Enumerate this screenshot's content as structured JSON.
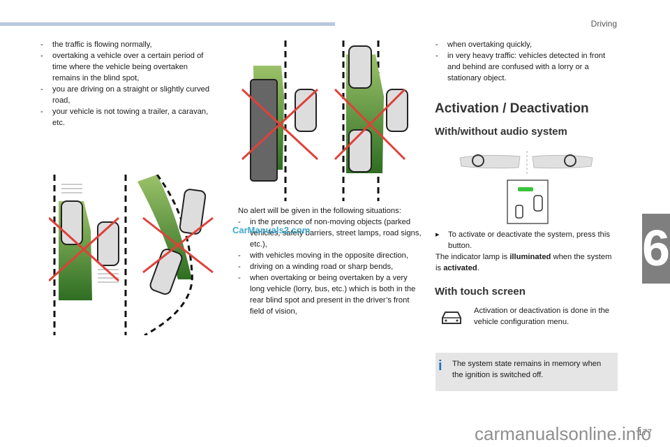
{
  "header": {
    "section": "Driving"
  },
  "tab_number": "6",
  "page_number": "177",
  "col1": {
    "items": [
      "the traffic is flowing normally,",
      "overtaking a vehicle over a certain period of time where the vehicle being overtaken remains in the blind spot,",
      "you are driving on a straight or slightly curved road,",
      "your vehicle is not towing a trailer, a caravan, etc."
    ]
  },
  "col2": {
    "intro": "No alert will be given in the following situations:",
    "items": [
      "in the presence of non-moving objects (parked vehicles, safety barriers, street lamps, road signs, etc.),",
      "with vehicles moving in the opposite direction,",
      "driving on a winding road or sharp bends,",
      "when overtaking or being overtaken by a very long vehicle (lorry, bus, etc.) which is both in the rear blind spot and present in the driver’s front field of vision,"
    ]
  },
  "col3": {
    "items": [
      "when overtaking quickly,",
      "in very heavy traffic: vehicles detected in front and behind are confused with a lorry or a stationary object."
    ],
    "title": "Activation / Deactivation",
    "sub1": "With/without audio system",
    "step": "To activate or deactivate the system, press this button.",
    "lamp_pre": "The indicator lamp is ",
    "lamp_bold1": "illuminated",
    "lamp_mid": " when the system is ",
    "lamp_bold2": "activated",
    "lamp_end": ".",
    "sub2": "With touch screen",
    "touch": "Activation or deactivation is done in the vehicle configuration menu.",
    "note": "The system state remains in memory when the ignition is switched off."
  },
  "watermark": "CarManuals2.com",
  "watermark2": "carmanualsonline.info",
  "colors": {
    "zone_green": "#3e7a2a",
    "cross_red": "#e0403a",
    "accent_blue": "#1e73be"
  }
}
